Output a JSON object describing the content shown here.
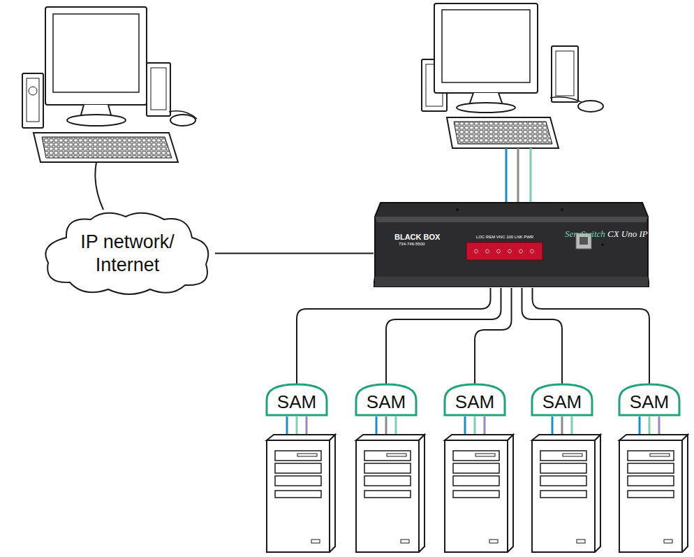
{
  "diagram": {
    "nodes": [
      {
        "text": [
          "IP network/ Internet"
        ]
      },
      {
        "text": [
          "BLACK BOX",
          "734-746-5500",
          "LOC REM VNC 100 LNK PWR",
          "ServSwitch",
          "CX Uno IP"
        ]
      },
      {
        "text": [
          "SAM"
        ]
      },
      {
        "text": [
          "SAM"
        ]
      },
      {
        "text": [
          "SAM"
        ]
      },
      {
        "text": [
          "SAM"
        ]
      },
      {
        "text": [
          "SAM"
        ]
      }
    ],
    "edges": [
      {
        "from": 0,
        "to": 1,
        "arrow": "none"
      },
      {
        "from": 1,
        "to": 2,
        "arrow": "none"
      },
      {
        "from": 1,
        "to": 3,
        "arrow": "none"
      },
      {
        "from": 1,
        "to": 4,
        "arrow": "none"
      },
      {
        "from": 1,
        "to": 5,
        "arrow": "none"
      },
      {
        "from": 1,
        "to": 6,
        "arrow": "none"
      }
    ]
  }
}
